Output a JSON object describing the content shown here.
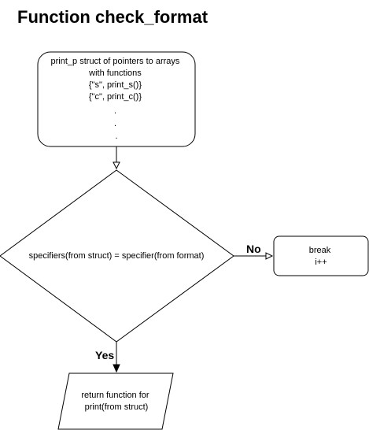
{
  "title": "Function check_format",
  "nodes": {
    "struct_box": {
      "lines": [
        "print_p struct of pointers to arrays",
        "with functions",
        "{\"s\", print_s()}",
        "{\"c\", print_c()}",
        ".",
        ".",
        "."
      ]
    },
    "decision": {
      "label": "specifiers(from struct) = specifier(from format)"
    },
    "break_box": {
      "lines": [
        "break",
        "i++"
      ]
    },
    "return_box": {
      "lines": [
        "return function for",
        "print(from struct)"
      ]
    }
  },
  "edges": {
    "no_label": "No",
    "yes_label": "Yes"
  }
}
